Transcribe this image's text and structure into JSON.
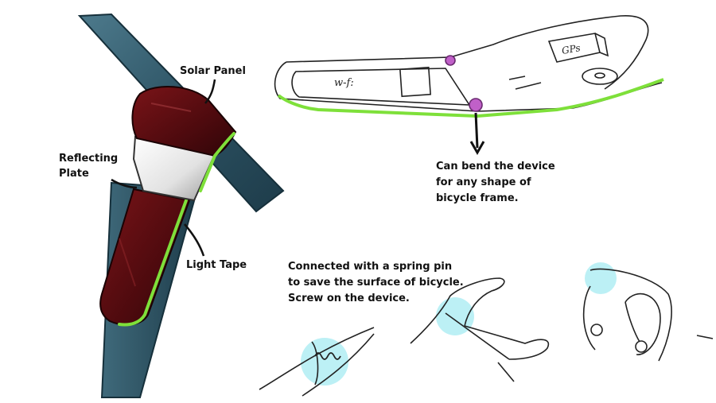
{
  "labels": {
    "solar_panel": "Solar Panel",
    "reflecting_plate_line1": "Reflecting",
    "reflecting_plate_line2": "Plate",
    "light_tape": "Light Tape"
  },
  "notes": {
    "bend": [
      "Can bend the device",
      "for any shape of",
      "bicycle frame."
    ],
    "spring_pin": [
      "Connected with a spring pin",
      "to save the surface of bicycle.",
      "Screw on the device."
    ]
  },
  "sketch_marks": {
    "wifi": "w-f:",
    "gps": "GPs"
  },
  "colors": {
    "frame_tube": "#2f5566",
    "device_body": "#5a0c10",
    "light_tape": "#7ee03a",
    "reflect_plate": "#f0f0f0",
    "hinge": "#c060c8",
    "highlight": "#8fe6ef"
  }
}
